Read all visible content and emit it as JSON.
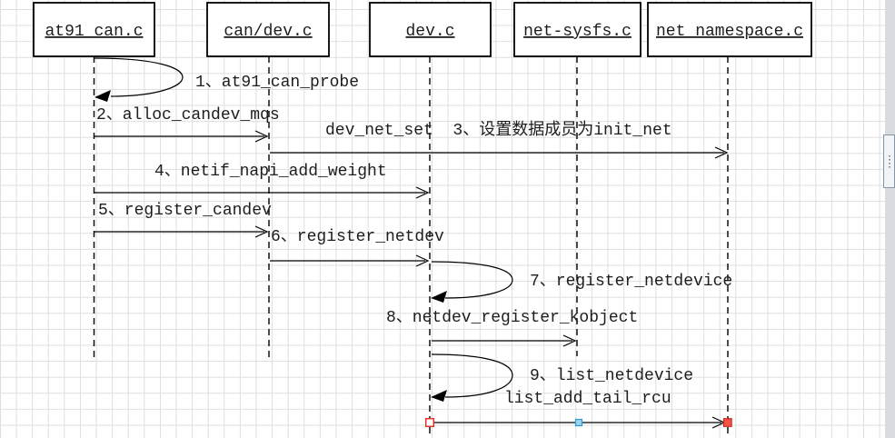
{
  "canvas": {
    "background": "#ffffff",
    "grid_color": "#dedede",
    "line_color": "#000000",
    "selection_handle_start_color": "#e3342b",
    "selection_handle_mid_color": "#2e9bd6",
    "selection_handle_end_color": "#f05348"
  },
  "actors": [
    {
      "label": "at91_can.c"
    },
    {
      "label": "can/dev.c"
    },
    {
      "label": "dev.c"
    },
    {
      "label": "net-sysfs.c"
    },
    {
      "label": "net_namespace.c"
    }
  ],
  "messages": [
    {
      "label": "1、at91_can_probe",
      "type": "self-call",
      "from": "at91_can.c",
      "to": "at91_can.c"
    },
    {
      "label": "2、alloc_candev_mqs",
      "type": "call",
      "from": "at91_can.c",
      "to": "can/dev.c"
    },
    {
      "label": "dev_net_set  3、设置数据成员为init_net",
      "type": "call",
      "from": "can/dev.c",
      "to": "net_namespace.c"
    },
    {
      "label": "4、netif_napi_add_weight",
      "type": "call",
      "from": "at91_can.c",
      "to": "dev.c"
    },
    {
      "label": "5、register_candev",
      "type": "call",
      "from": "at91_can.c",
      "to": "can/dev.c"
    },
    {
      "label": "6、register_netdev",
      "type": "call",
      "from": "can/dev.c",
      "to": "dev.c"
    },
    {
      "label": "7、register_netdevice",
      "type": "self-call",
      "from": "dev.c",
      "to": "dev.c"
    },
    {
      "label": "8、netdev_register_kobject",
      "type": "call",
      "from": "dev.c",
      "to": "net-sysfs.c"
    },
    {
      "label": "9、list_netdevice",
      "type": "self-call",
      "from": "dev.c",
      "to": "dev.c"
    },
    {
      "label": "list_add_tail_rcu",
      "type": "call-selected",
      "from": "dev.c",
      "to": "net_namespace.c"
    }
  ],
  "chrome": {
    "scrollbar_grip_icon": "vertical-dots"
  }
}
